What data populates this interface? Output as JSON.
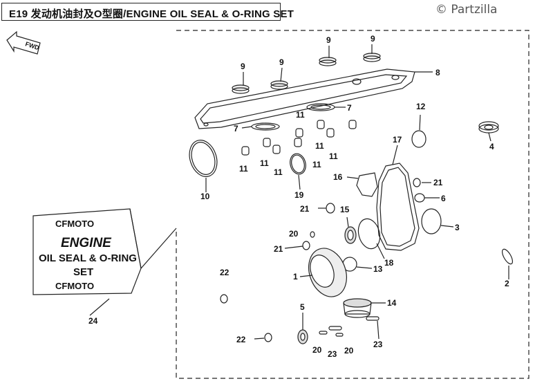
{
  "header": {
    "title": "E19 发动机油封及O型圈/ENGINE OIL SEAL & O-RING SET",
    "watermark": "© Partzilla"
  },
  "diagram": {
    "direction_marker": "FWD",
    "kit_card": {
      "brand_top": "CFMOTO",
      "line1": "ENGINE",
      "line2": "OIL SEAL & O-RING",
      "line3": "SET",
      "brand_bottom": "CFMOTO"
    },
    "callouts": {
      "c9a": "9",
      "c9b": "9",
      "c9c": "9",
      "c9d": "9",
      "c8": "8",
      "c12": "12",
      "c4": "4",
      "c7a": "7",
      "c7b": "7",
      "c11a": "11",
      "c11b": "11",
      "c11c": "11",
      "c11d": "11",
      "c11e": "11",
      "c11f": "11",
      "c11g": "11",
      "c10": "10",
      "c19": "19",
      "c17": "17",
      "c16": "16",
      "c21a": "21",
      "c21b": "21",
      "c21c": "21",
      "c6": "6",
      "c15": "15",
      "c3": "3",
      "c20a": "20",
      "c20b": "20",
      "c20c": "20",
      "c18": "18",
      "c13": "13",
      "c1": "1",
      "c2": "2",
      "c22a": "22",
      "c22b": "22",
      "c14": "14",
      "c5": "5",
      "c23a": "23",
      "c23b": "23",
      "c24": "24"
    }
  }
}
